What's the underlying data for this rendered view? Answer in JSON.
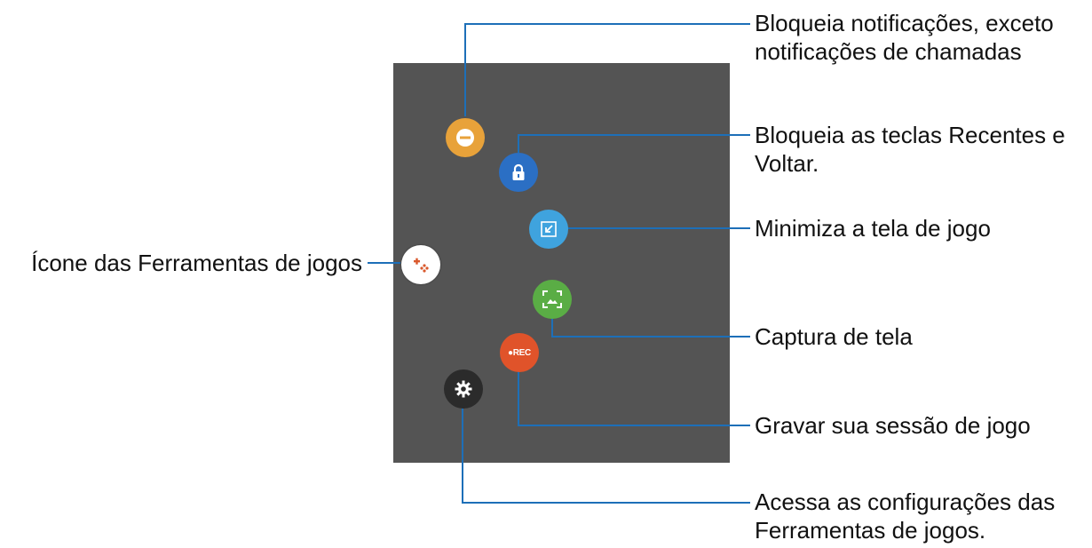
{
  "colors": {
    "screen_background": "#545454",
    "leader_line": "#1d6fb8",
    "label_text": "#111111",
    "no_alerts_button": "#e8a23a",
    "lock_keys_button": "#2b6fc4",
    "minimize_button": "#3fa3de",
    "screenshot_button": "#5aad45",
    "record_button": "#e0532a",
    "settings_button": "#2b2b2b",
    "game_tools_button": "#ffffff",
    "game_tools_glyph": "#d9582c"
  },
  "icons": {
    "no_alerts": "minus-circle-icon",
    "lock_keys": "lock-icon",
    "minimize": "minimize-arrow-icon",
    "screenshot": "screen-capture-icon",
    "record": "record-rec-icon",
    "settings": "gear-icon",
    "game_tools": "game-tools-icon"
  },
  "buttons": {
    "record_text": "●REC"
  },
  "callouts": {
    "no_alerts": {
      "line1": "Bloqueia notificações, exceto",
      "line2": "notificações de chamadas"
    },
    "lock_keys": {
      "line1": "Bloqueia as teclas Recentes e",
      "line2": "Voltar."
    },
    "minimize": {
      "line1": "Minimiza a tela de jogo"
    },
    "screenshot": {
      "line1": "Captura de tela"
    },
    "record": {
      "line1": "Gravar sua sessão de jogo"
    },
    "settings": {
      "line1": "Acessa as configurações das",
      "line2": "Ferramentas de jogos."
    },
    "game_tools": {
      "line1": "Ícone das Ferramentas de jogos"
    }
  }
}
